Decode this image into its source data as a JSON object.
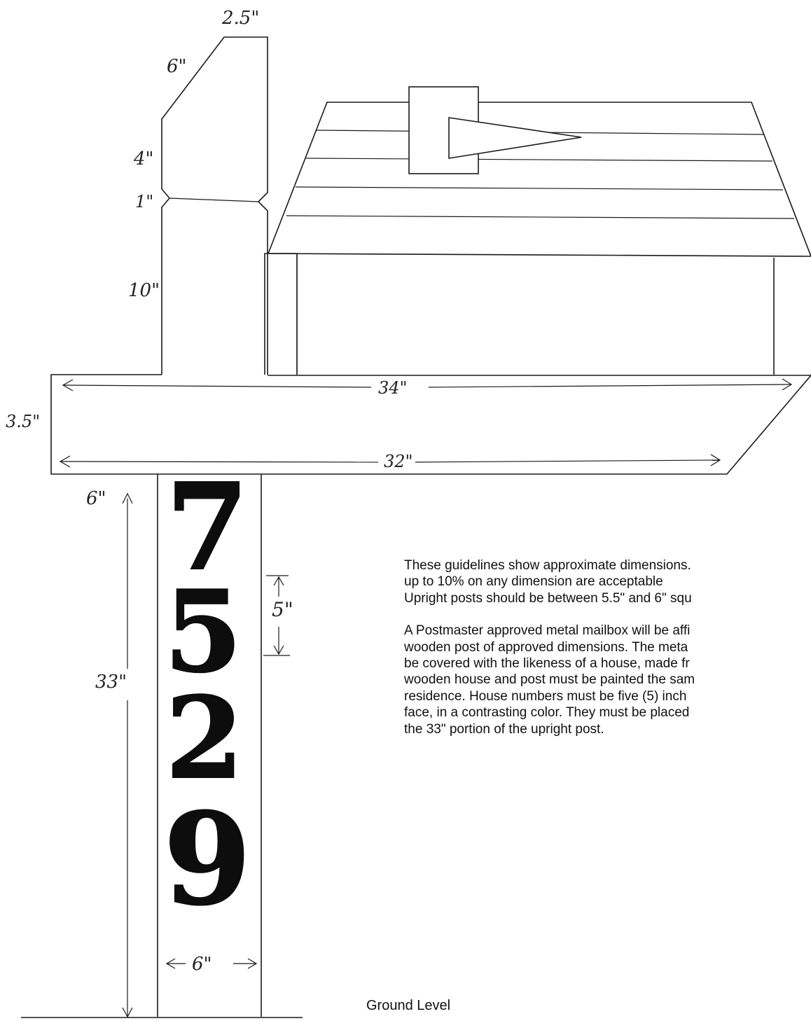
{
  "dimensions": {
    "top_width": "2.5\"",
    "slope": "6\"",
    "upper_block": "4\"",
    "notch": "1\"",
    "lower_block": "10\"",
    "arm_thickness": "3.5\"",
    "arm_top_length": "34\"",
    "arm_bottom_length": "32\"",
    "post_top_offset": "6\"",
    "post_height": "33\"",
    "number_height": "5\"",
    "post_width": "6\""
  },
  "house_number": {
    "d1": "7",
    "d2": "5",
    "d3": "2",
    "d4": "9"
  },
  "notes": {
    "line1": "These guidelines show approximate dimensions.",
    "line2": "up to 10% on any dimension are acceptable",
    "line3": "Upright posts should be between 5.5\" and 6\" squ",
    "line4": "A Postmaster approved metal mailbox will be affi",
    "line5": "wooden post of approved dimensions.  The meta",
    "line6": "be covered with the likeness of a house, made fr",
    "line7": "wooden house and post must be painted the sam",
    "line8": "residence.  House numbers must be five (5) inch",
    "line9": "face, in a contrasting color.  They must be placed",
    "line10": "the 33\" portion of the upright post."
  },
  "ground_label": "Ground Level"
}
